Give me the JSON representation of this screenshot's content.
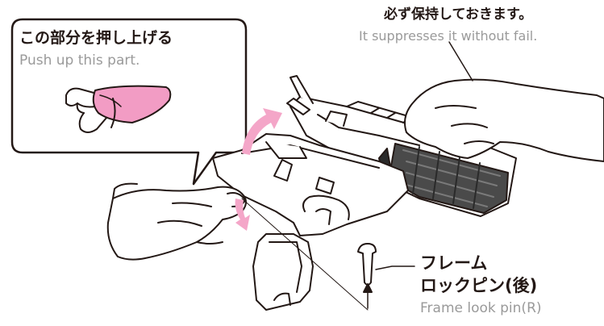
{
  "callout": {
    "title_jp": "この部分を押し上げる",
    "title_en": "Push up this part."
  },
  "hold_note": {
    "jp": "必ず保持しておきます。",
    "en": "It suppresses it without fail."
  },
  "pin_label": {
    "jp_line1": "フレーム",
    "jp_line2": "ロックピン(後)",
    "en": "Frame look pin(R)"
  },
  "colors": {
    "line": "#231815",
    "english_text": "#9a9a9a",
    "arrow": "#f4a6c8",
    "finger_highlight": "#f29cc4",
    "handguard": "#4a4a4a"
  }
}
